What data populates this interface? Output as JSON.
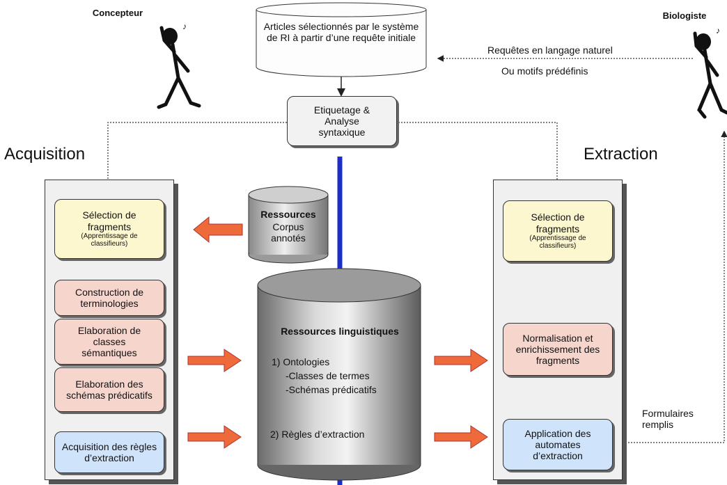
{
  "actors": {
    "left": "Concepteur",
    "right": "Biologiste"
  },
  "top_db": "Articles sélectionnés par le système de RI  à partir d’une requête initiale",
  "query": {
    "line1": "Requêtes en langage naturel",
    "line2": "Ou motifs prédéfinis"
  },
  "tagging_box": "Etiquetage & Analyse syntaxique",
  "sections": {
    "acquisition": "Acquisition",
    "extraction": "Extraction"
  },
  "acquisition_boxes": {
    "selection_title": "Sélection de fragments",
    "selection_sub": "(Apprentissage de classifieurs)",
    "terminology": "Construction de terminologies",
    "classes": "Elaboration de classes sémantiques",
    "schemas": "Elaboration des schémas prédicatifs",
    "rules": "Acquisition des règles d’extraction"
  },
  "resources_db": {
    "title": "Ressources",
    "body": "Corpus annotés"
  },
  "linguistic_db": {
    "title": "Ressources linguistiques",
    "item1": "1) Ontologies",
    "item1a": "-Classes de termes",
    "item1b": "-Schémas prédicatifs",
    "item2": "2) Règles d’extraction"
  },
  "extraction_boxes": {
    "selection_title": "Sélection de fragments",
    "selection_sub": "(Apprentissage de classifieurs)",
    "normalisation": "Normalisation et enrichissement des fragments",
    "automata": "Application des automates d’extraction"
  },
  "output_label": "Formulaires remplis",
  "colors": {
    "arrow_orange": "#ef6a3a",
    "center_line": "#1c2fc4",
    "yellow_box": "#fdf7cf",
    "pink_box": "#f6d5cc",
    "blue_box": "#cfe3fa"
  }
}
